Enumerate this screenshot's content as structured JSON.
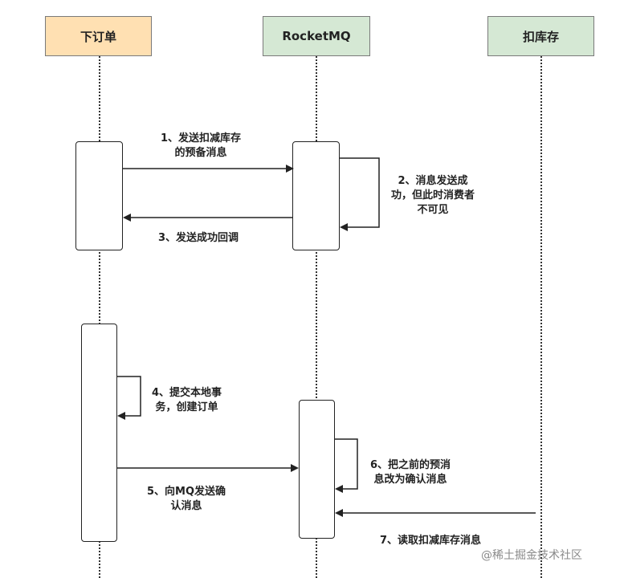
{
  "participants": {
    "order": {
      "label": "下订单",
      "color": "#FFE0B2"
    },
    "mq": {
      "label": "RocketMQ",
      "color": "#D5E8D4"
    },
    "stock": {
      "label": "扣库存",
      "color": "#D5E8D4"
    }
  },
  "messages": {
    "m1": {
      "line1": "1、发送扣减库存",
      "line2": "的预备消息"
    },
    "m2": {
      "line1": "2、消息发送成",
      "line2": "功，但此时消费者",
      "line3": "不可见"
    },
    "m3": {
      "line1": "3、发送成功回调"
    },
    "m4": {
      "line1": "4、提交本地事",
      "line2": "务，创建订单"
    },
    "m5": {
      "line1": "5、向MQ发送确",
      "line2": "认消息"
    },
    "m6": {
      "line1": "6、把之前的预消",
      "line2": "息改为确认消息"
    },
    "m7": {
      "line1": "7、读取扣减库存消息"
    }
  },
  "watermark": "@稀土掘金技术社区"
}
